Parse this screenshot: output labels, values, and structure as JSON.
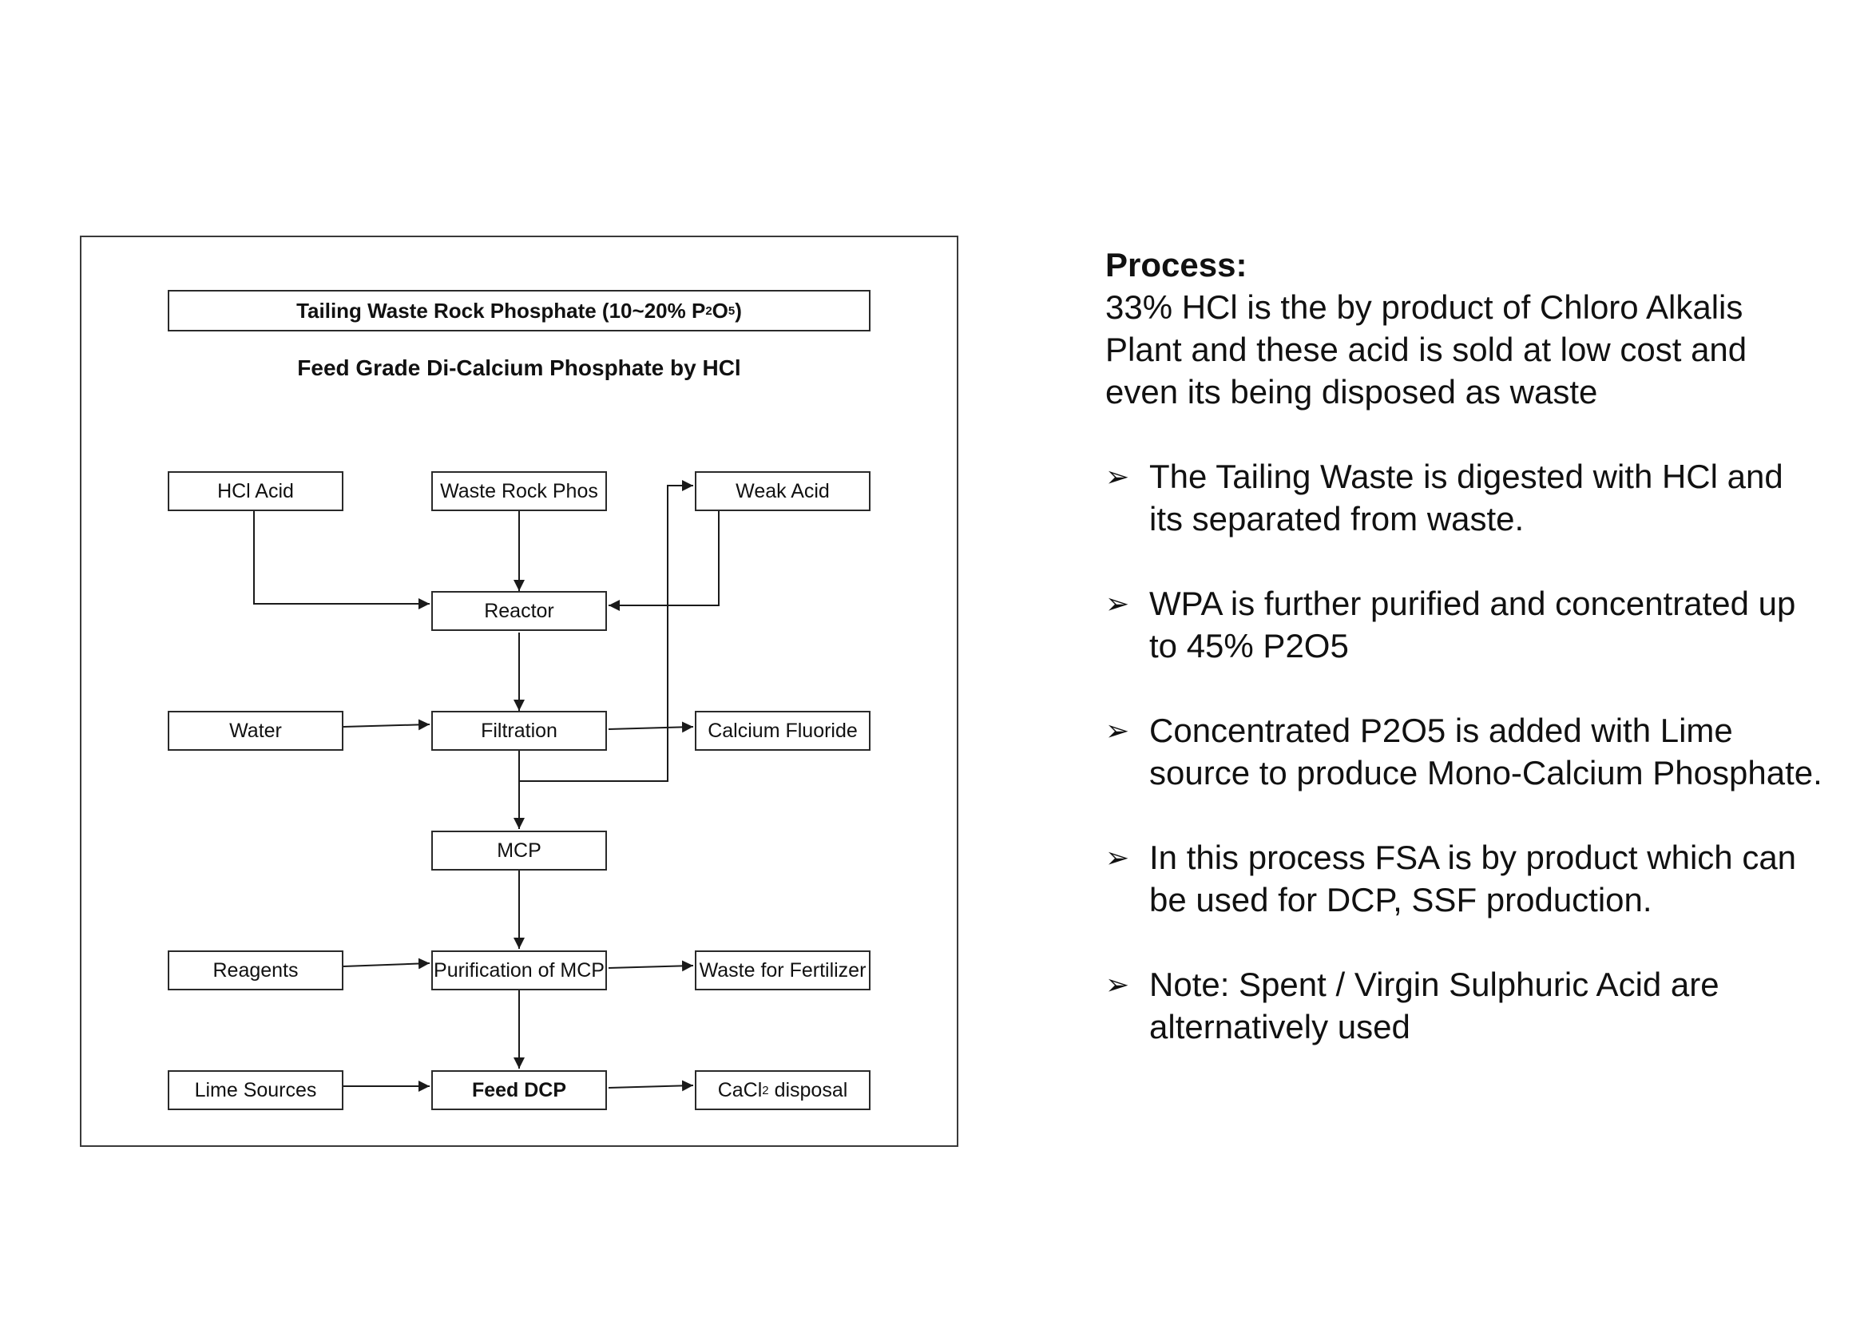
{
  "diagram": {
    "title_prefix": "Tailing Waste Rock Phosphate (10~20% P",
    "title_sub1": "2",
    "title_mid": "O",
    "title_sub2": "5",
    "title_suffix": ")",
    "subtitle": "Feed Grade Di-Calcium Phosphate by HCl",
    "nodes": {
      "hcl_acid": "HCl Acid",
      "waste_rock_phos": "Waste Rock Phos",
      "weak_acid": "Weak Acid",
      "reactor": "Reactor",
      "water": "Water",
      "filtration": "Filtration",
      "calcium_fluoride": "Calcium Fluoride",
      "mcp": "MCP",
      "reagents": "Reagents",
      "purification_of_mcp": "Purification of MCP",
      "waste_for_fertilizer": "Waste for Fertilizer",
      "lime_sources": "Lime Sources",
      "feed_dcp": "Feed DCP",
      "cacl2_prefix": "CaCl",
      "cacl2_sub": "2",
      "cacl2_suffix": " disposal"
    }
  },
  "text_panel": {
    "heading": "Process:",
    "intro": "33% HCl is the by product of Chloro Alkalis Plant and these acid is sold at low cost and even its being disposed as waste",
    "bullet_icon": "➢",
    "bullets": [
      "The Tailing Waste is digested with HCl and its separated from waste.",
      "WPA is further purified and concentrated up to 45% P2O5",
      "Concentrated P2O5 is added with Lime source to produce Mono-Calcium Phosphate.",
      "In this process FSA is by product which can be used for DCP, SSF production.",
      "Note: Spent / Virgin Sulphuric Acid are alternatively used"
    ]
  }
}
